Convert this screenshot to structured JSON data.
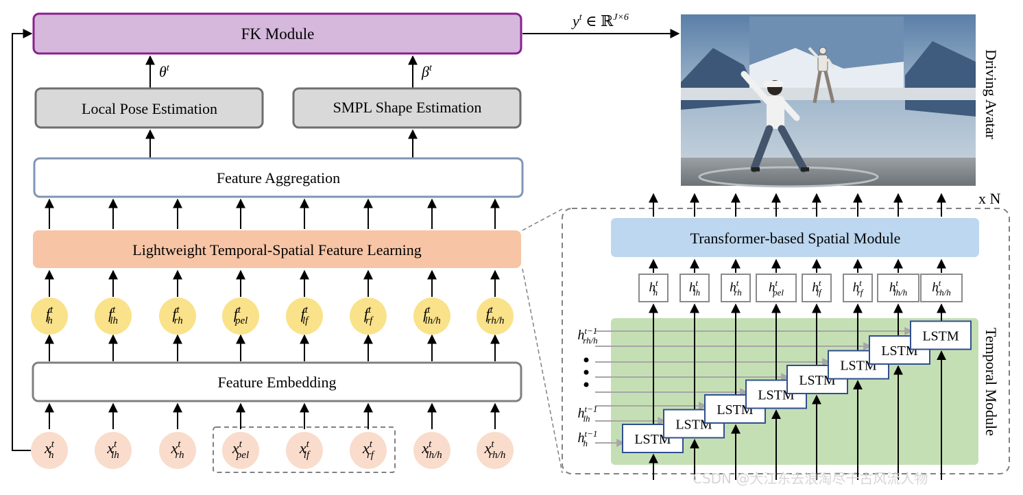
{
  "output": {
    "y_label_italic": "y",
    "y_sup": "t",
    "y_rest": " ∈ ℝ",
    "y_dim": "J×6"
  },
  "boxes": {
    "fk": "FK Module",
    "local_pose": "Local Pose Estimation",
    "smpl": "SMPL Shape Estimation",
    "feature_agg": "Feature Aggregation",
    "ltsfl": "Lightweight Temporal-Spatial Feature Learning",
    "feature_embed": "Feature Embedding",
    "spatial": "Transformer-based Spatial Module"
  },
  "params": {
    "theta": "θ",
    "theta_sup": "t",
    "beta": "β",
    "beta_sup": "t"
  },
  "side_labels": {
    "driving_avatar": "Driving Avatar",
    "temporal_module": "Temporal Module",
    "repeat": "x N"
  },
  "features_f": [
    {
      "base": "f",
      "sub": "h",
      "sup": "t"
    },
    {
      "base": "f",
      "sub": "lh",
      "sup": "t"
    },
    {
      "base": "f",
      "sub": "rh",
      "sup": "t"
    },
    {
      "base": "f",
      "sub": "pel",
      "sup": "t"
    },
    {
      "base": "f",
      "sub": "lf",
      "sup": "t"
    },
    {
      "base": "f",
      "sub": "rf",
      "sup": "t"
    },
    {
      "base": "f",
      "sub": "lh/h",
      "sup": "t"
    },
    {
      "base": "f",
      "sub": "rh/h",
      "sup": "t"
    }
  ],
  "inputs_x": [
    {
      "base": "x",
      "sub": "h",
      "sup": "t"
    },
    {
      "base": "x",
      "sub": "lh",
      "sup": "t"
    },
    {
      "base": "x",
      "sub": "rh",
      "sup": "t"
    },
    {
      "base": "x",
      "sub": "pel",
      "sup": "t"
    },
    {
      "base": "x",
      "sub": "lf",
      "sup": "t"
    },
    {
      "base": "x",
      "sub": "rf",
      "sup": "t"
    },
    {
      "base": "x",
      "sub": "lh/h",
      "sup": "t"
    },
    {
      "base": "x",
      "sub": "rh/h",
      "sup": "t"
    }
  ],
  "hidden_h": [
    {
      "base": "h",
      "sub": "h",
      "sup": "t"
    },
    {
      "base": "h",
      "sub": "lh",
      "sup": "t"
    },
    {
      "base": "h",
      "sub": "rh",
      "sup": "t"
    },
    {
      "base": "h",
      "sub": "pel",
      "sup": "t"
    },
    {
      "base": "h",
      "sub": "lf",
      "sup": "t"
    },
    {
      "base": "h",
      "sub": "rf",
      "sup": "t"
    },
    {
      "base": "h",
      "sub": "lh/h",
      "sup": "t"
    },
    {
      "base": "h",
      "sub": "rh/h",
      "sup": "t"
    }
  ],
  "prev_hidden": [
    {
      "base": "h",
      "sub": "rh/h",
      "sup": "t−1"
    },
    {
      "base": "h",
      "sub": "lh",
      "sup": "t−1"
    },
    {
      "base": "h",
      "sub": "h",
      "sup": "t−1"
    }
  ],
  "lstm_label": "LSTM",
  "watermark": "CSDN @大江东去浪淘尽千古风流人物"
}
